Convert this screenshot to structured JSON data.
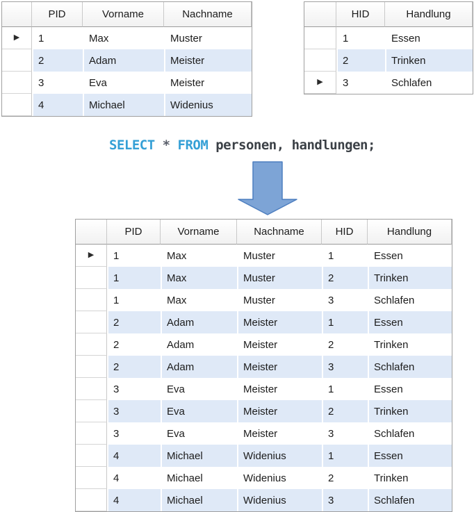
{
  "colors": {
    "row_alt": "#dfe9f7",
    "header_line": "#9b9b9b",
    "cell_line": "#c9c9c9",
    "outer_border": "#9f9f9f",
    "rowsel_line": "#d4d4d4",
    "keyword": "#35a0d6",
    "sql_text": "#3b4046",
    "star": "#5a5f6b",
    "text": "#1c1c1c",
    "arrow_fill": "#7da4d6",
    "arrow_border": "#4d7ebf"
  },
  "icons": {
    "row_selector": "▶"
  },
  "sql": {
    "keyword_select": "SELECT",
    "operator_star": "*",
    "keyword_from": "FROM",
    "tables_clause": "personen, handlungen;"
  },
  "personen_table": {
    "headers": [
      "PID",
      "Vorname",
      "Nachname"
    ],
    "rows": [
      [
        "1",
        "Max",
        "Muster"
      ],
      [
        "2",
        "Adam",
        "Meister"
      ],
      [
        "3",
        "Eva",
        "Meister"
      ],
      [
        "4",
        "Michael",
        "Widenius"
      ]
    ],
    "selected_row_index": 0
  },
  "handlungen_table": {
    "headers": [
      "HID",
      "Handlung"
    ],
    "rows": [
      [
        "1",
        "Essen"
      ],
      [
        "2",
        "Trinken"
      ],
      [
        "3",
        "Schlafen"
      ]
    ],
    "selected_row_index": 2
  },
  "result_table": {
    "headers": [
      "PID",
      "Vorname",
      "Nachname",
      "HID",
      "Handlung"
    ],
    "rows": [
      [
        "1",
        "Max",
        "Muster",
        "1",
        "Essen"
      ],
      [
        "1",
        "Max",
        "Muster",
        "2",
        "Trinken"
      ],
      [
        "1",
        "Max",
        "Muster",
        "3",
        "Schlafen"
      ],
      [
        "2",
        "Adam",
        "Meister",
        "1",
        "Essen"
      ],
      [
        "2",
        "Adam",
        "Meister",
        "2",
        "Trinken"
      ],
      [
        "2",
        "Adam",
        "Meister",
        "3",
        "Schlafen"
      ],
      [
        "3",
        "Eva",
        "Meister",
        "1",
        "Essen"
      ],
      [
        "3",
        "Eva",
        "Meister",
        "2",
        "Trinken"
      ],
      [
        "3",
        "Eva",
        "Meister",
        "3",
        "Schlafen"
      ],
      [
        "4",
        "Michael",
        "Widenius",
        "1",
        "Essen"
      ],
      [
        "4",
        "Michael",
        "Widenius",
        "2",
        "Trinken"
      ],
      [
        "4",
        "Michael",
        "Widenius",
        "3",
        "Schlafen"
      ]
    ],
    "selected_row_index": 0
  }
}
